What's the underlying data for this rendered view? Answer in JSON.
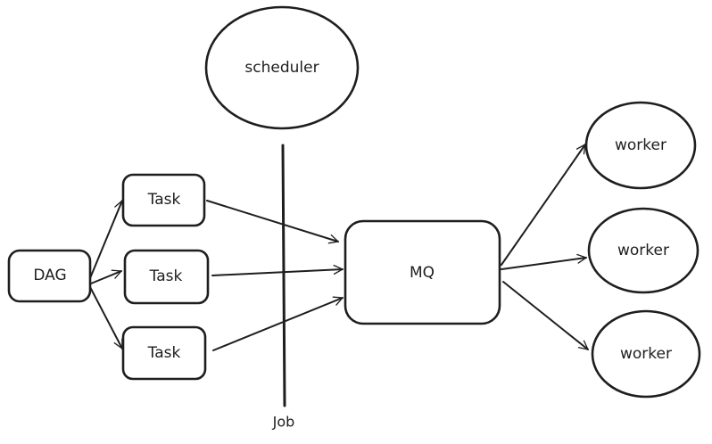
{
  "diagram": {
    "nodes": {
      "dag": {
        "label": "DAG"
      },
      "task_1": {
        "label": "Task"
      },
      "task_2": {
        "label": "Task"
      },
      "task_3": {
        "label": "Task"
      },
      "mq": {
        "label": "MQ"
      },
      "scheduler": {
        "label": "scheduler"
      },
      "worker_1": {
        "label": "worker"
      },
      "worker_2": {
        "label": "worker"
      },
      "worker_3": {
        "label": "worker"
      }
    },
    "divider": {
      "label": "Job"
    },
    "edges": [
      {
        "from": "dag",
        "to": "task_1"
      },
      {
        "from": "dag",
        "to": "task_2"
      },
      {
        "from": "dag",
        "to": "task_3"
      },
      {
        "from": "task_1",
        "to": "mq"
      },
      {
        "from": "task_2",
        "to": "mq"
      },
      {
        "from": "task_3",
        "to": "mq"
      },
      {
        "from": "mq",
        "to": "worker_1"
      },
      {
        "from": "mq",
        "to": "worker_2"
      },
      {
        "from": "mq",
        "to": "worker_3"
      }
    ],
    "colors": {
      "stroke": "#1e1e1e",
      "background": "#ffffff"
    }
  }
}
